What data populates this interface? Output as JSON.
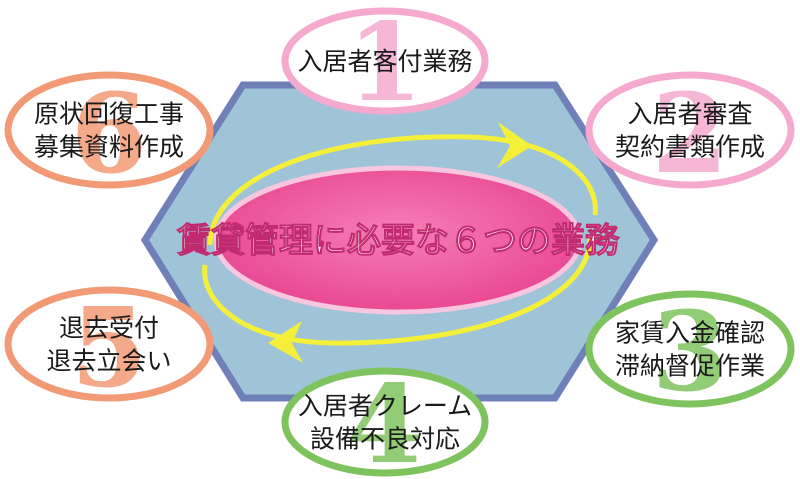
{
  "center_label": "賃貸管理に必要な６つの業務",
  "colors": {
    "hexagon_fill": "#9fc4d8",
    "hexagon_stroke": "#6f80b8",
    "center_fill": "#ec4f9a",
    "center_stroke": "#f8c6de",
    "cycle_arrow": "#f4f03a",
    "pink": "#f5a9cf",
    "orange": "#f29a76",
    "green": "#7fc35f"
  },
  "nodes": [
    {
      "number": "1",
      "lines": [
        "入居者客付業務"
      ],
      "color": "pink"
    },
    {
      "number": "2",
      "lines": [
        "入居者審査",
        "契約書類作成"
      ],
      "color": "pink"
    },
    {
      "number": "3",
      "lines": [
        "家賃入金確認",
        "滞納督促作業"
      ],
      "color": "green"
    },
    {
      "number": "4",
      "lines": [
        "入居者クレーム",
        "設備不良対応"
      ],
      "color": "green"
    },
    {
      "number": "5",
      "lines": [
        "退去受付",
        "退去立会い"
      ],
      "color": "orange"
    },
    {
      "number": "6",
      "lines": [
        "原状回復工事",
        "募集資料作成"
      ],
      "color": "orange"
    }
  ]
}
